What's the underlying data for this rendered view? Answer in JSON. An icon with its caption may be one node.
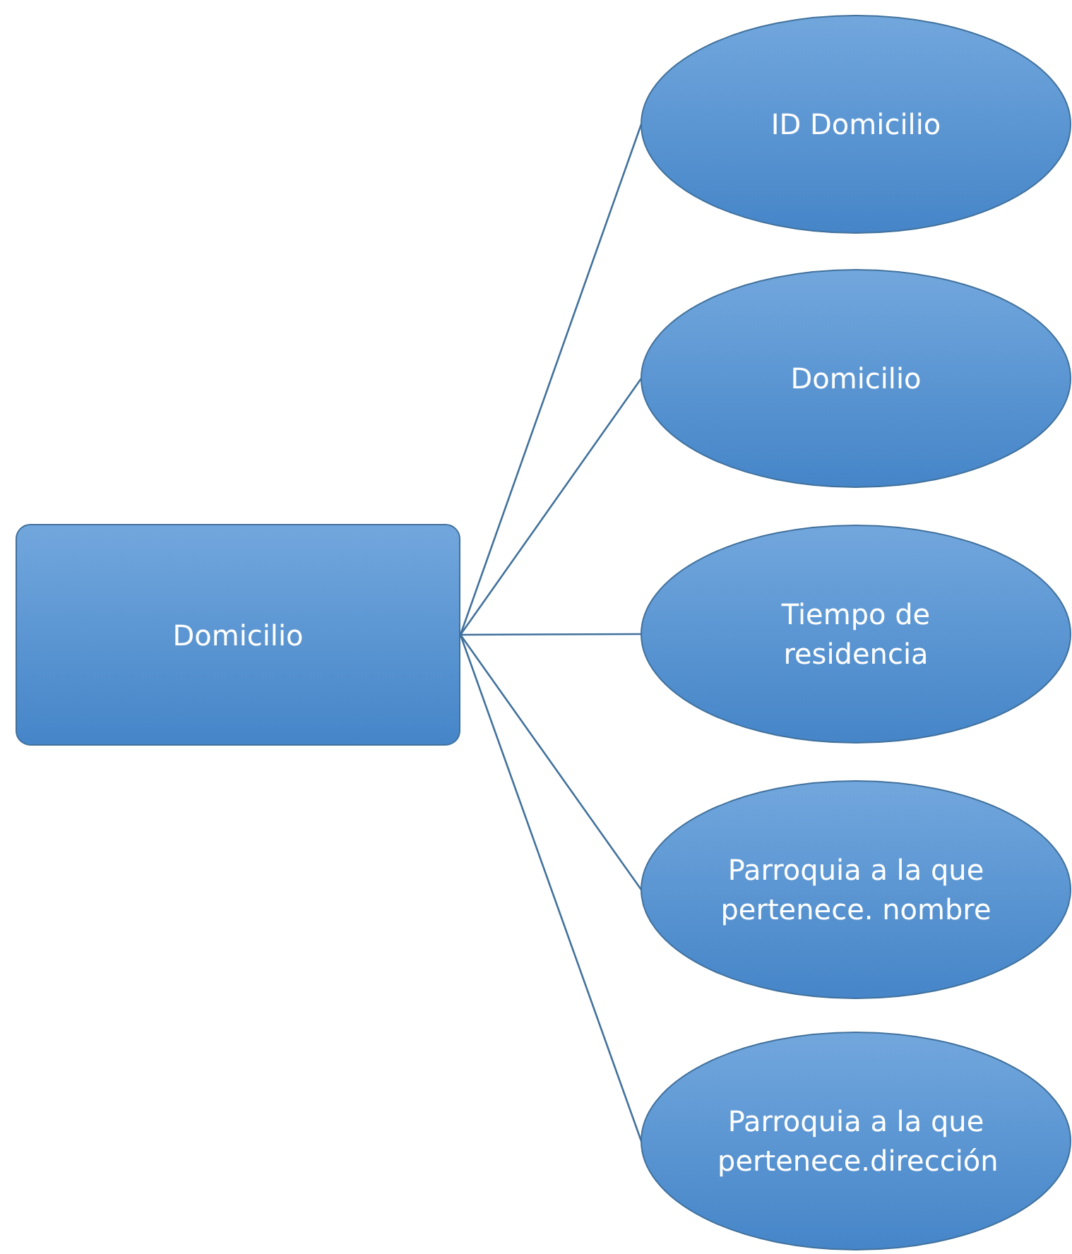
{
  "diagram": {
    "nodes": [
      {
        "text": [
          "Domicilio"
        ]
      },
      {
        "text": [
          "ID Domicilio"
        ]
      },
      {
        "text": [
          "Domicilio"
        ]
      },
      {
        "text": [
          "Tiempo de residencia"
        ]
      },
      {
        "text": [
          "Parroquia a la que pertenece. nombre"
        ]
      },
      {
        "text": [
          "Parroquia a la que pertenece.dirección"
        ]
      }
    ],
    "edges": [
      {
        "from": 0,
        "to": 1,
        "arrow": "none"
      },
      {
        "from": 0,
        "to": 2,
        "arrow": "none"
      },
      {
        "from": 0,
        "to": 3,
        "arrow": "none"
      },
      {
        "from": 0,
        "to": 4,
        "arrow": "none"
      },
      {
        "from": 0,
        "to": 5,
        "arrow": "none"
      }
    ]
  }
}
